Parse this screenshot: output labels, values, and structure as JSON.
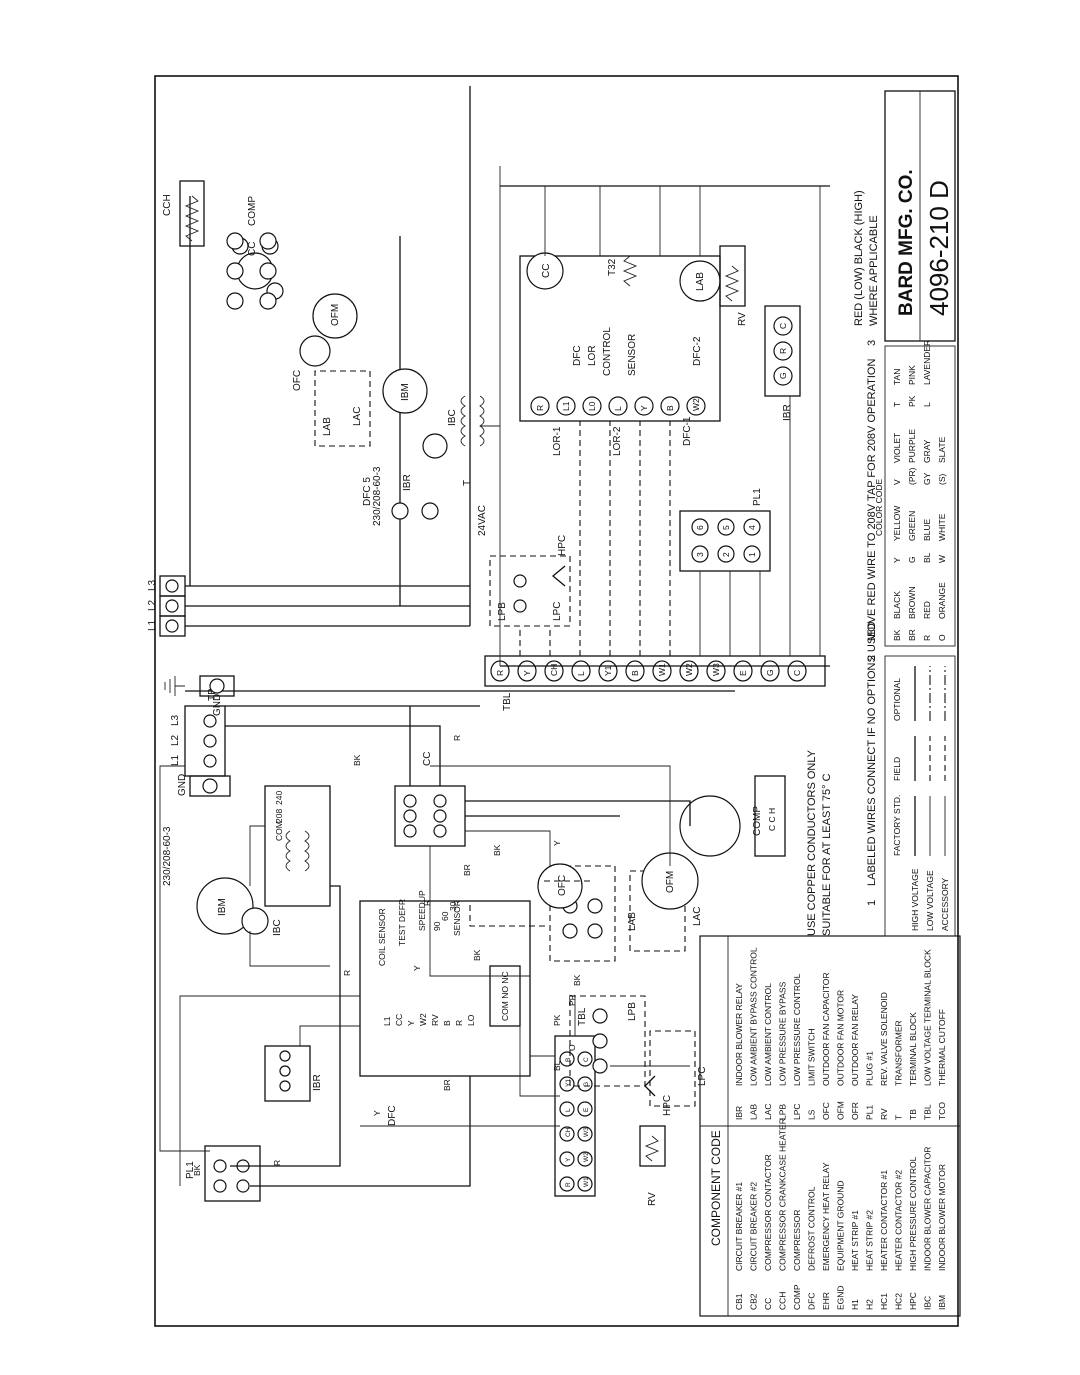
{
  "drawing": {
    "number": "4096-210 D",
    "company": "BARD MFG. CO."
  },
  "notes": {
    "copper": "USE COPPER CONDUCTORS ONLY",
    "temp": "SUITABLE FOR AT LEAST 75° C",
    "note1_marker": "1",
    "note1": "LABELED WIRES CONNECT IF NO OPTIONS USED.",
    "note2_marker": "2",
    "note2": "MOVE RED WIRE TO 208V TAP FOR 208V OPERATION",
    "note3_marker": "3",
    "note3a": "RED (LOW) BLACK (HIGH)",
    "note3b": "WHERE APPLICABLE"
  },
  "legend": {
    "headers": [
      "FACTORY STD.",
      "FIELD",
      "OPTIONAL"
    ],
    "rows": [
      "HIGH VOLTAGE",
      "LOW VOLTAGE",
      "ACCESSORY"
    ]
  },
  "color_code": {
    "title": "COLOR CODE",
    "entries": [
      {
        "code": "BK",
        "name": "BLACK"
      },
      {
        "code": "BR",
        "name": "BROWN"
      },
      {
        "code": "R",
        "name": "RED"
      },
      {
        "code": "O",
        "name": "ORANGE"
      },
      {
        "code": "Y",
        "name": "YELLOW"
      },
      {
        "code": "G",
        "name": "GREEN"
      },
      {
        "code": "BL",
        "name": "BLUE"
      },
      {
        "code": "W",
        "name": "WHITE"
      },
      {
        "code": "V",
        "name": "VIOLET"
      },
      {
        "code": "(PR)",
        "name": "PURPLE"
      },
      {
        "code": "GY",
        "name": "GRAY"
      },
      {
        "code": "(S)",
        "name": "SLATE"
      },
      {
        "code": "T",
        "name": "TAN"
      },
      {
        "code": "PK",
        "name": "PINK"
      },
      {
        "code": "L",
        "name": "LAVENDER"
      }
    ]
  },
  "component_code": {
    "title": "COMPONENT CODE",
    "col1": [
      {
        "code": "CB1",
        "desc": "CIRCUIT BREAKER #1"
      },
      {
        "code": "CB2",
        "desc": "CIRCUIT BREAKER #2"
      },
      {
        "code": "CC",
        "desc": "COMPRESSOR CONTACTOR"
      },
      {
        "code": "CCH",
        "desc": "COMPRESSOR CRANKCASE HEATER"
      },
      {
        "code": "COMP",
        "desc": "COMPRESSOR"
      },
      {
        "code": "DFC",
        "desc": "DEFROST CONTROL"
      },
      {
        "code": "EHR",
        "desc": "EMERGENCY HEAT RELAY"
      },
      {
        "code": "EGND",
        "desc": "EQUIPMENT GROUND"
      },
      {
        "code": "H1",
        "desc": "HEAT STRIP #1"
      },
      {
        "code": "H2",
        "desc": "HEAT STRIP #2"
      },
      {
        "code": "HC1",
        "desc": "HEATER CONTACTOR #1"
      },
      {
        "code": "HC2",
        "desc": "HEATER CONTACTOR #2"
      },
      {
        "code": "HPC",
        "desc": "HIGH PRESSURE CONTROL"
      },
      {
        "code": "IBC",
        "desc": "INDOOR BLOWER CAPACITOR"
      },
      {
        "code": "IBM",
        "desc": "INDOOR BLOWER MOTOR"
      }
    ],
    "col2": [
      {
        "code": "IBR",
        "desc": "INDOOR BLOWER RELAY"
      },
      {
        "code": "LAB",
        "desc": "LOW AMBIENT BYPASS CONTROL"
      },
      {
        "code": "LAC",
        "desc": "LOW AMBIENT CONTROL"
      },
      {
        "code": "LPB",
        "desc": "LOW PRESSURE BYPASS"
      },
      {
        "code": "LPC",
        "desc": "LOW PRESSURE CONTROL"
      },
      {
        "code": "LS",
        "desc": "LIMIT SWITCH"
      },
      {
        "code": "OFC",
        "desc": "OUTDOOR FAN CAPACITOR"
      },
      {
        "code": "OFM",
        "desc": "OUTDOOR FAN MOTOR"
      },
      {
        "code": "OFR",
        "desc": "OUTDOOR FAN RELAY"
      },
      {
        "code": "PL1",
        "desc": "PLUG #1"
      },
      {
        "code": "RV",
        "desc": "REV. VALVE SOLENOID"
      },
      {
        "code": "T",
        "desc": "TRANSFORMER"
      },
      {
        "code": "TB",
        "desc": "TERMINAL BLOCK"
      },
      {
        "code": "TBL",
        "desc": "LOW VOLTAGE TERMINAL BLOCK"
      },
      {
        "code": "TCO",
        "desc": "THERMAL CUTOFF"
      }
    ]
  },
  "schematic": {
    "supply": "230/208-60-3",
    "l1": "L1",
    "l2": "L2",
    "l3": "L3",
    "gnd": "GND",
    "cch": "CCH",
    "comp": "COMP",
    "ofm": "OFM",
    "ibm": "IBM",
    "ibc": "IBC",
    "cc": "CC",
    "ofc": "OFC",
    "dfc5": "DFC 5",
    "lab": "LAB",
    "lac": "LAC",
    "ibr": "IBR",
    "v24": "24VAC",
    "t": "T",
    "hpc": "HPC",
    "lpb": "LPB",
    "lpc": "LPC",
    "tbl": "TBL",
    "pl1": "PL1",
    "rv": "RV",
    "t32": "T32",
    "dfc_ctrl_1": "DFC",
    "dfc_ctrl_2": "LOR",
    "dfc_ctrl_3": "CONTROL",
    "sensor": "SENSOR",
    "lor1": "LOR-1",
    "lor2": "LOR-2",
    "dfc1": "DFC-1",
    "dfc2": "DFC-2",
    "tbl_terms": [
      "R",
      "Y",
      "CH",
      "L",
      "Y1",
      "B",
      "W1",
      "W2",
      "W3",
      "E",
      "G",
      "C"
    ],
    "pl_terms": [
      "3",
      "2",
      "1",
      "6",
      "5",
      "4"
    ],
    "ctrl_terms": [
      "R",
      "L1",
      "L0",
      "L",
      "Y",
      "B",
      "W2"
    ],
    "ibr_terms": [
      "G",
      "R",
      "C"
    ],
    "tb": "TB"
  },
  "wiring": {
    "supply": "230/208-60-3",
    "l1": "L1",
    "l2": "L2",
    "l3": "L3",
    "gnd": "GND",
    "tb": "TB",
    "cc": "CC",
    "ibm": "IBM",
    "ibc": "IBC",
    "ibr": "IBR",
    "ofm": "OFM",
    "comp": "COMP",
    "cch": "C C H",
    "ofc": "OFC",
    "lab": "LAB",
    "lac": "LAC",
    "lpb": "LPB",
    "lpc": "LPC",
    "hpc": "HPC",
    "pl1": "PL1",
    "tbl": "TBL",
    "rv": "RV",
    "dfc": "DFC",
    "coil_sensor": "COIL SENSOR",
    "test_defr": "TEST DEFR",
    "speedup": "SPEEDUP",
    "sensor": "SENSOR",
    "dfc_times": [
      "90",
      "60",
      "30"
    ],
    "xfmr_taps": [
      "COM",
      "208",
      "240"
    ],
    "ctrl_terms": [
      "L1",
      "CC",
      "Y",
      "W2",
      "RV",
      "B",
      "R",
      "LO"
    ],
    "com_no_nc": "COM NO NC",
    "tbl_terms": [
      "R",
      "Y",
      "CH",
      "L",
      "Y1",
      "B",
      "W1",
      "W2",
      "W3",
      "E",
      "G",
      "C"
    ],
    "wire_labels": [
      "BK",
      "R",
      "Y",
      "BR",
      "BL",
      "O",
      "PK",
      "PR",
      "BK",
      "R",
      "Y",
      "BK",
      "R",
      "BR",
      "BK",
      "Y",
      "BK",
      "R"
    ]
  },
  "colors": {
    "ink": "#111111",
    "paper": "#ffffff"
  }
}
